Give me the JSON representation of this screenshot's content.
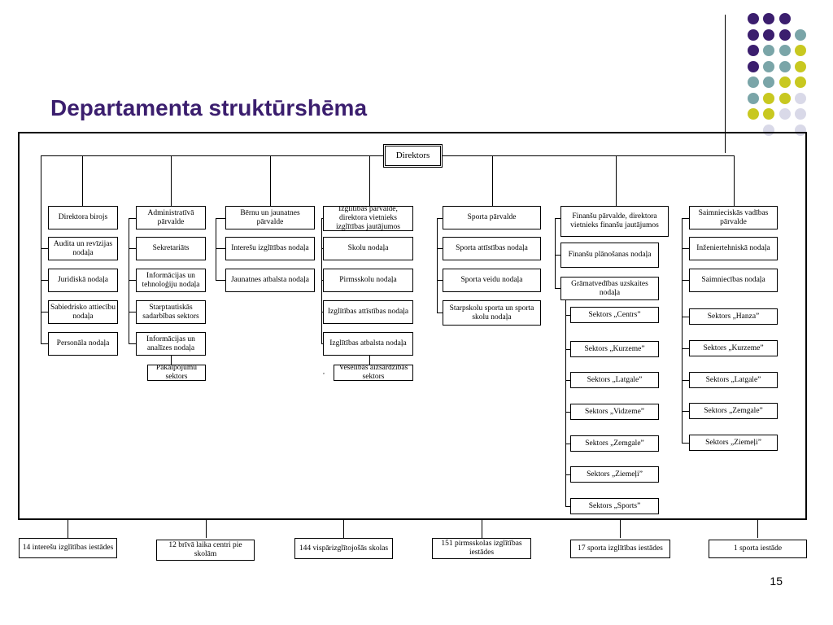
{
  "slide": {
    "title": "Departamenta struktūrshēma",
    "number": "15"
  },
  "colors": {
    "title": "#3b1e6e",
    "dot_purple": "#3b1e6e",
    "dot_teal": "#7aa5a8",
    "dot_lime": "#c8c820",
    "dot_lavender": "#d9d9e8"
  },
  "org": {
    "director": "Direktors",
    "col1": [
      "Direktora birojs",
      "Audita un revīzijas nodaļa",
      "Juridiskā nodaļa",
      "Sabiedrisko attiecību nodaļa",
      "Personāla nodaļa"
    ],
    "col2_head": "Administratīvā pārvalde",
    "col2": [
      "Sekretariāts",
      "Informācijas un tehnoloģiju nodaļa",
      "Starptautiskās sadarbības sektors",
      "Informācijas un analīzes nodaļa",
      "Pakalpojumu sektors"
    ],
    "col3_head": "Bērnu un jaunatnes pārvalde",
    "col3": [
      "Interešu izglītības nodaļa",
      "Jaunatnes atbalsta nodaļa"
    ],
    "col4_head": "Izglītības pārvalde, direktora vietnieks izglītības jautājumos",
    "col4": [
      "Skolu nodaļa",
      "Pirmsskolu nodaļa",
      "Izglītības attīstības nodaļa",
      "Izglītības atbalsta nodaļa",
      "Veselības aizsardzības sektors"
    ],
    "col5_head": "Sporta pārvalde",
    "col5": [
      "Sporta attīstības nodaļa",
      "Sporta veidu nodaļa",
      "Starpskolu sporta un sporta skolu nodaļa"
    ],
    "col6_head": "Finanšu pārvalde, direktora vietnieks finanšu jautājumos",
    "col6": [
      "Finanšu plānošanas nodaļa",
      "Grāmatvedības uzskaites nodaļa"
    ],
    "col6_sectors": [
      "Sektors „Centrs”",
      "Sektors „Kurzeme”",
      "Sektors „Latgale”",
      "Sektors „Vidzeme”",
      "Sektors „Zemgale”",
      "Sektors „Ziemeļi”",
      "Sektors „Sports”"
    ],
    "col7_head": "Saimnieciskās vadības pārvalde",
    "col7": [
      "Inženiertehniskā nodaļa",
      "Saimniecības nodaļa"
    ],
    "col7_sectors": [
      "Sektors „Hanza”",
      "Sektors „Kurzeme”",
      "Sektors „Latgale”",
      "Sektors „Zemgale”",
      "Sektors „Ziemeļi”"
    ],
    "stray_mark": ","
  },
  "bottom_boxes": [
    "14 interešu izglītības iestādes",
    "12 brīvā laika centri pie skolām",
    "144 vispārizglītojošās skolas",
    "151 pirmsskolas izglītības iestādes",
    "17 sporta izglītības iestādes",
    "1 sporta iestāde"
  ],
  "chart_data": {}
}
